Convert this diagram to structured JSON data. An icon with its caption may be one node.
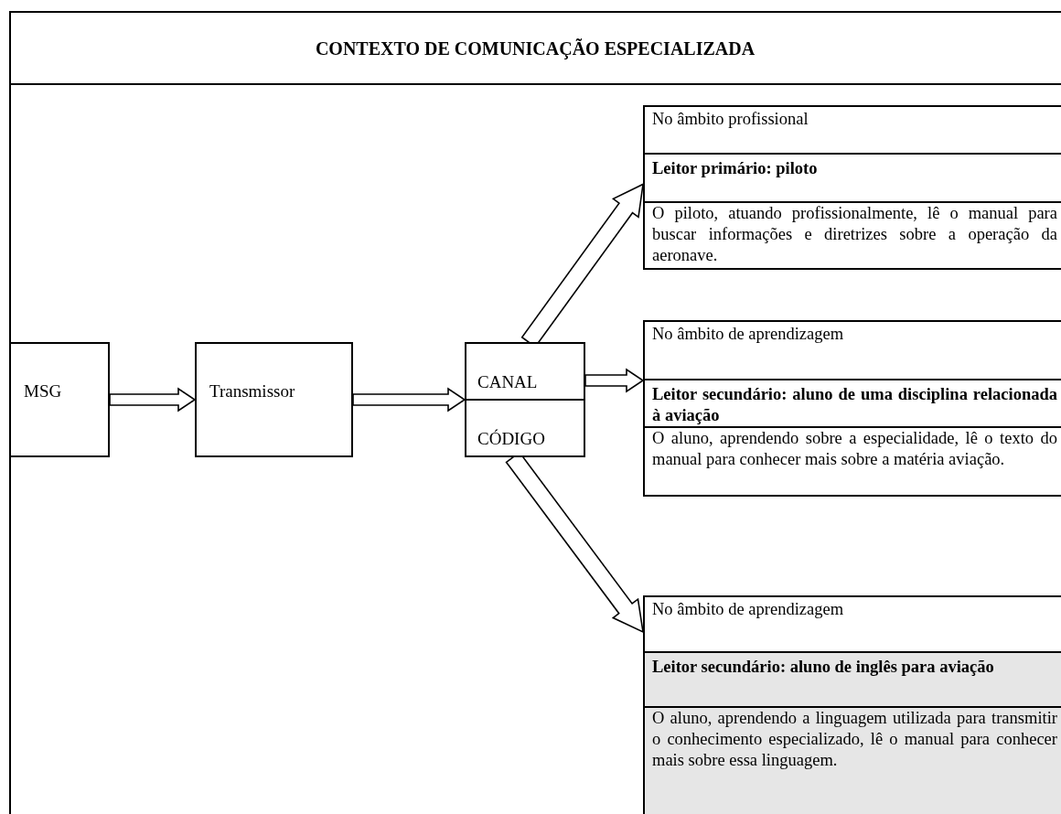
{
  "diagram": {
    "title": "CONTEXTO DE COMUNICAÇÃO ESPECIALIZADA",
    "nodes": [
      {
        "text": [
          "MSG"
        ]
      },
      {
        "text": [
          "Transmissor"
        ]
      },
      {
        "text": [
          "CANAL",
          "CÓDIGO"
        ]
      },
      {
        "text": [
          "No âmbito profissional",
          "Leitor primário: piloto",
          "O piloto, atuando profissionalmente, lê o manual para buscar informações e diretrizes sobre a operação da aeronave."
        ]
      },
      {
        "text": [
          "No âmbito de aprendizagem",
          "Leitor secundário: aluno de uma disciplina relacionada à aviação",
          "O aluno, aprendendo sobre a especialidade, lê o texto do manual para conhecer mais sobre a matéria aviação."
        ]
      },
      {
        "text": [
          "No âmbito de aprendizagem",
          "Leitor secundário: aluno de inglês para aviação",
          "O aluno, aprendendo a linguagem utilizada para transmitir o conhecimento especializado, lê o manual para conhecer mais sobre essa linguagem."
        ]
      }
    ],
    "edges": [
      {
        "from": 0,
        "to": 1,
        "arrow": "to"
      },
      {
        "from": 1,
        "to": 2,
        "arrow": "to"
      },
      {
        "from": 2,
        "to": 3,
        "arrow": "to"
      },
      {
        "from": 2,
        "to": 4,
        "arrow": "to"
      },
      {
        "from": 2,
        "to": 5,
        "arrow": "to"
      }
    ]
  }
}
